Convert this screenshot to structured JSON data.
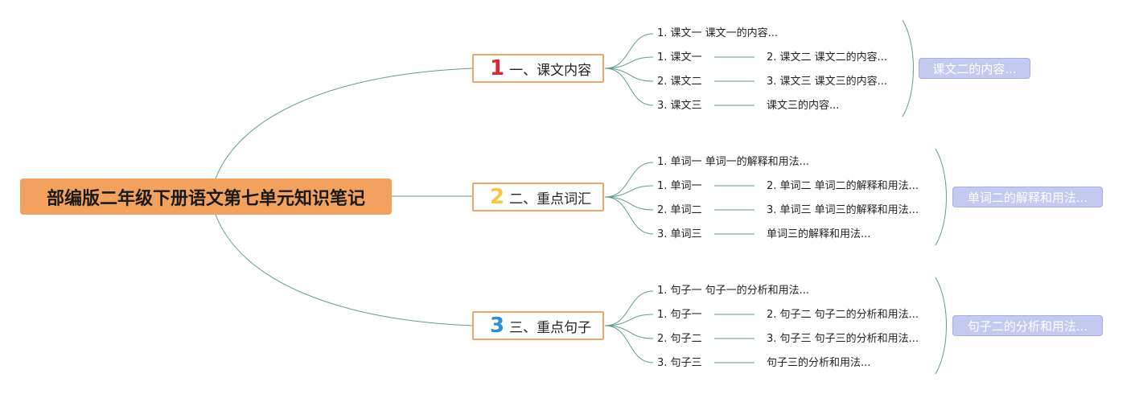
{
  "root": {
    "title": "部编版二年级下册语文第七单元知识笔记"
  },
  "colors": {
    "root_fill": "#f2a15f",
    "branch_border": "#f0a868",
    "connector": "#5e9e86",
    "num1": "#d4283b",
    "num2": "#f5c842",
    "num3": "#2b8fd6",
    "summary_fill": "#c4c9ef"
  },
  "branches": [
    {
      "num": "1",
      "label": "一、课文内容",
      "leaves": [
        "1. 课文一 课文一的内容...",
        "1. 课文一",
        "2. 课文二",
        "3. 课文三"
      ],
      "subs": [
        "2. 课文二 课文二的内容...",
        "3. 课文三 课文三的内容...",
        "课文三的内容..."
      ],
      "summary": "课文二的内容..."
    },
    {
      "num": "2",
      "label": "二、重点词汇",
      "leaves": [
        "1. 单词一 单词一的解释和用法...",
        "1. 单词一",
        "2. 单词二",
        "3. 单词三"
      ],
      "subs": [
        "2. 单词二 单词二的解释和用法...",
        "3. 单词三 单词三的解释和用法...",
        "单词三的解释和用法..."
      ],
      "summary": "单词二的解释和用法..."
    },
    {
      "num": "3",
      "label": "三、重点句子",
      "leaves": [
        "1. 句子一 句子一的分析和用法...",
        "1. 句子一",
        "2. 句子二",
        "3. 句子三"
      ],
      "subs": [
        "2. 句子二 句子二的分析和用法...",
        "3. 句子三 句子三的分析和用法...",
        "句子三的分析和用法..."
      ],
      "summary": "句子二的分析和用法..."
    }
  ]
}
